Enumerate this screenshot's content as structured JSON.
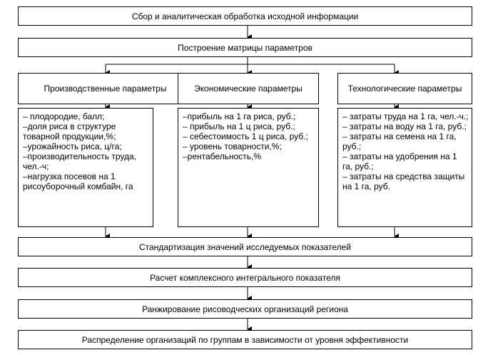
{
  "steps": {
    "collect": "Сбор и аналитическая обработка исходной информации",
    "matrix": "Построение матрицы параметров",
    "standardize": "Стандартизация значений исследуемых показателей",
    "integral": "Расчет комплексного интегрального показателя",
    "ranking": "Ранжирование рисоводческих организаций региона",
    "distribution": "Распределение организаций по группам в зависимости от уровня эффективности"
  },
  "groups": [
    {
      "title": "Производственные параметры",
      "items": [
        "– плодородие, балл;",
        "–доля риса в структуре товарной продукции,%;",
        "–урожайность риса,  ц/га;",
        "–производительность труда, чел.-ч;",
        "–нагрузка посевов на 1 рисоуборочный комбайн, га"
      ]
    },
    {
      "title": "Экономические параметры",
      "items": [
        "–прибыль на 1 га риса, руб.;",
        "– прибыль на 1 ц риса, руб.;",
        "– себестоимость 1 ц риса, руб.;",
        "– уровень товарности,%;",
        "–рентабельность,%"
      ]
    },
    {
      "title": "Технологические параметры",
      "items": [
        "– затраты труда на 1 га, чел.-ч.;",
        "– затраты на воду на 1 га, руб.;",
        "– затраты на семена на 1 га, руб.;",
        "– затраты на удобрения на 1 га, руб.;",
        "– затраты на средства защиты на 1 га, руб."
      ]
    }
  ]
}
